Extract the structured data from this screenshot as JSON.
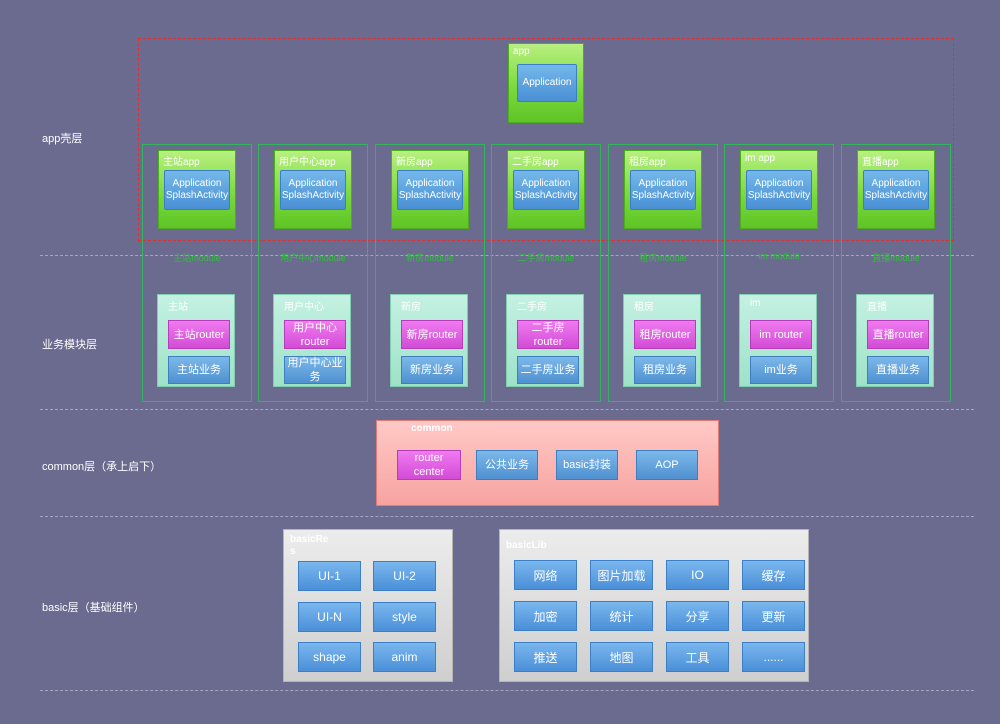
{
  "layers": {
    "app_shell": "app壳层",
    "business": "业务模块层",
    "common": "common层（承上启下）",
    "basic": "basic层（基础组件）"
  },
  "app": {
    "title": "app",
    "button": "Application"
  },
  "sub_apps": [
    {
      "title": "主站app",
      "line1": "Application",
      "line2": "SplashActivity",
      "module": "主站module"
    },
    {
      "title": "用户中心app",
      "line1": "Application",
      "line2": "SplashActivity",
      "module": "用户中心module"
    },
    {
      "title": "新房app",
      "line1": "Application",
      "line2": "SplashActivity",
      "module": "新房module"
    },
    {
      "title": "二手房app",
      "line1": "Application",
      "line2": "SplashActivity",
      "module": "二手房module"
    },
    {
      "title": "租房app",
      "line1": "Application",
      "line2": "SplashActivity",
      "module": "租房module"
    },
    {
      "title": "im app",
      "line1": "Application",
      "line2": "SplashActivity",
      "module": "im module"
    },
    {
      "title": "直播app",
      "line1": "Application",
      "line2": "SplashActivity",
      "module": "直播module"
    }
  ],
  "business_modules": [
    {
      "title": "主站",
      "router": "主站router",
      "biz": "主站业务"
    },
    {
      "title": "用户中心",
      "router": "用户中心router",
      "biz": "用户中心业务"
    },
    {
      "title": "新房",
      "router": "新房router",
      "biz": "新房业务"
    },
    {
      "title": "二手房",
      "router": "二手房router",
      "biz": "二手房业务"
    },
    {
      "title": "租房",
      "router": "租房router",
      "biz": "租房业务"
    },
    {
      "title": "im",
      "router": "im router",
      "biz": "im业务"
    },
    {
      "title": "直播",
      "router": "直播router",
      "biz": "直播业务"
    }
  ],
  "common": {
    "title": "common",
    "items": [
      "router center",
      "公共业务",
      "basic封装",
      "AOP"
    ]
  },
  "basic_res": {
    "title": "basicRes",
    "items": [
      "UI-1",
      "UI-2",
      "UI-N",
      "style",
      "shape",
      "anim"
    ]
  },
  "basic_lib": {
    "title": "basicLib",
    "items": [
      "网络",
      "图片加载",
      "IO",
      "缓存",
      "加密",
      "统计",
      "分享",
      "更新",
      "推送",
      "地图",
      "工具",
      "......"
    ]
  }
}
